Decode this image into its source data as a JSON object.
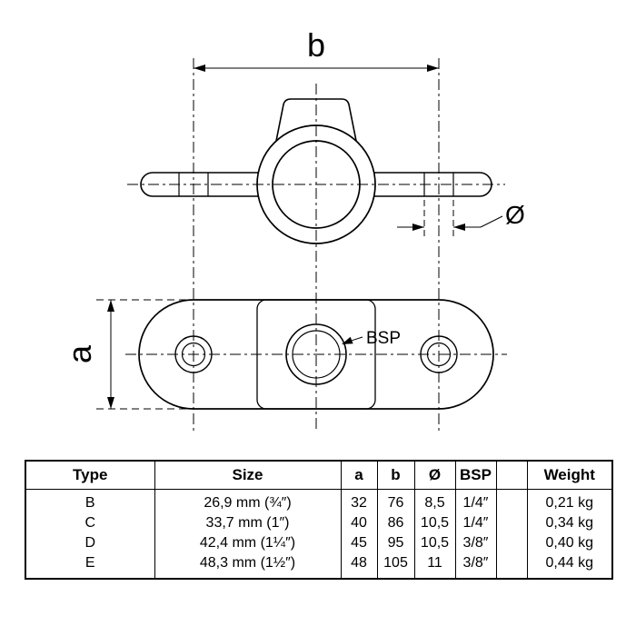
{
  "drawing": {
    "labels": {
      "b": "b",
      "a": "a",
      "diameter": "Ø",
      "bsp": "BSP"
    }
  },
  "table": {
    "headers": [
      "Type",
      "Size",
      "a",
      "b",
      "Ø",
      "BSP",
      "",
      "Weight"
    ],
    "rows": [
      [
        "B",
        "26,9 mm (¾″)",
        "32",
        "76",
        "8,5",
        "1/4″",
        "",
        "0,21 kg"
      ],
      [
        "C",
        "33,7 mm (1″)",
        "40",
        "86",
        "10,5",
        "1/4″",
        "",
        "0,34 kg"
      ],
      [
        "D",
        "42,4 mm (1¼″)",
        "45",
        "95",
        "10,5",
        "3/8″",
        "",
        "0,40 kg"
      ],
      [
        "E",
        "48,3 mm (1½″)",
        "48",
        "105",
        "11",
        "3/8″",
        "",
        "0,44 kg"
      ]
    ]
  }
}
